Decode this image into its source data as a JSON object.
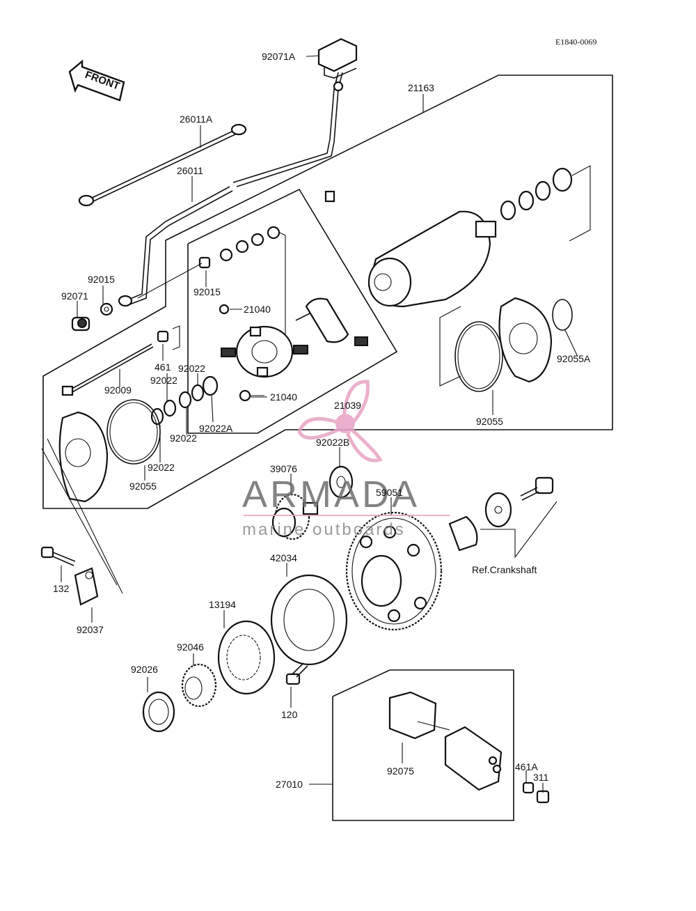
{
  "diagram_code": "E1840-0069",
  "front_label": "FRONT",
  "watermark": {
    "brand": "ARMADA",
    "tagline": "marine outboards",
    "color": "#e8a3c4"
  },
  "labels": {
    "p92071A": "92071A",
    "p21163": "21163",
    "p26011A": "26011A",
    "p26011": "26011",
    "p92015a": "92015",
    "p92071": "92071",
    "p92015b": "92015",
    "p21040a": "21040",
    "p21040b": "21040",
    "p92055A": "92055A",
    "p461": "461",
    "p92022a": "92022",
    "p92022b": "92022",
    "p92009": "92009",
    "p92022c": "92022",
    "p92022A": "92022A",
    "p92022d": "92022",
    "p21039": "21039",
    "p92055a": "92055",
    "p92055b": "92055",
    "p92022B": "92022B",
    "p39076": "39076",
    "p59051": "59051",
    "pRef": "Ref.Crankshaft",
    "p42034": "42034",
    "p132": "132",
    "p92037": "92037",
    "p13194": "13194",
    "p92046": "92046",
    "p92026": "92026",
    "p120": "120",
    "p92075": "92075",
    "p461A": "461A",
    "p311": "311",
    "p27010": "27010"
  }
}
